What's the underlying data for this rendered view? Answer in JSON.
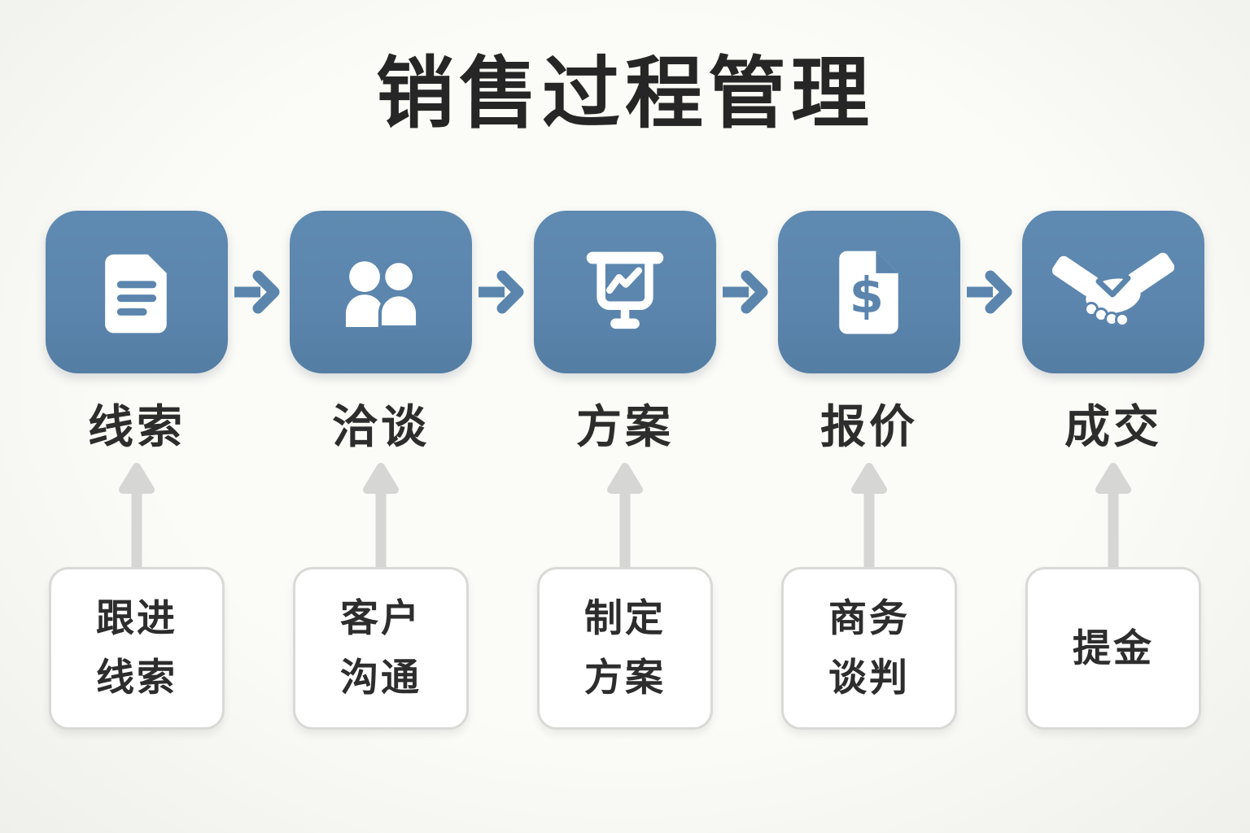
{
  "title": "销售过程管理",
  "colors": {
    "accent_blue": "#5b85ad",
    "arrow_gray": "#d6d6d4",
    "background": "#f6f6f1",
    "text_dark": "#2d2d2d"
  },
  "stages": [
    {
      "label": "线索",
      "icon": "document-lines-icon",
      "task": "跟进\n线索"
    },
    {
      "label": "洽谈",
      "icon": "people-icon",
      "task": "客户\n沟通"
    },
    {
      "label": "方案",
      "icon": "presentation-chart-icon",
      "task": "制定\n方案"
    },
    {
      "label": "报价",
      "icon": "dollar-document-icon",
      "task": "商务\n谈判"
    },
    {
      "label": "成交",
      "icon": "handshake-icon",
      "task": "提金"
    }
  ],
  "dollar_symbol": "$"
}
